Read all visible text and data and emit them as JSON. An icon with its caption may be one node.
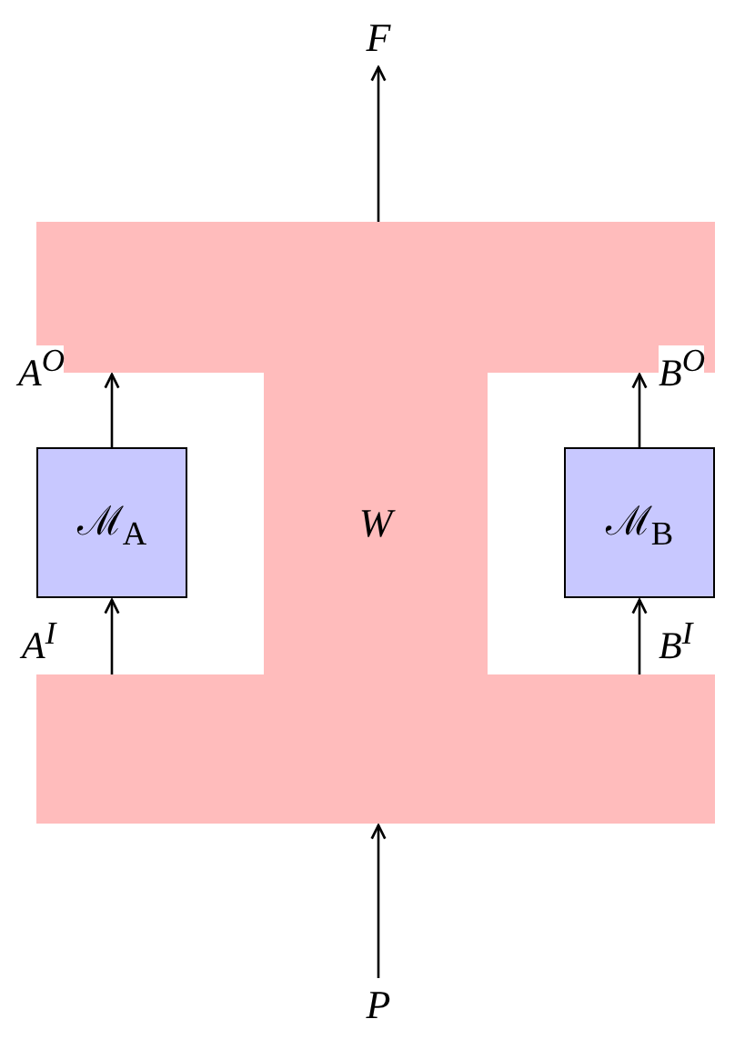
{
  "diagram": {
    "nodes": [
      {
        "text": [
          "F"
        ]
      },
      {
        "text": [
          "W"
        ]
      },
      {
        "text": [
          "ℳ$_{A}$"
        ]
      },
      {
        "text": [
          "ℳ$_{B}$"
        ]
      },
      {
        "text": [
          "P"
        ]
      }
    ],
    "edges": [
      {
        "from": 1,
        "to": 0,
        "arrow": "to"
      },
      {
        "from": 1,
        "to": 2,
        "arrow": "to",
        "label": "A$^{I}$"
      },
      {
        "from": 2,
        "to": 1,
        "arrow": "to",
        "label": "A$^{O}$"
      },
      {
        "from": 1,
        "to": 3,
        "arrow": "to",
        "label": "B$^{I}$"
      },
      {
        "from": 3,
        "to": 1,
        "arrow": "to",
        "label": "B$^{O}$"
      },
      {
        "from": 4,
        "to": 1,
        "arrow": "to"
      }
    ]
  }
}
